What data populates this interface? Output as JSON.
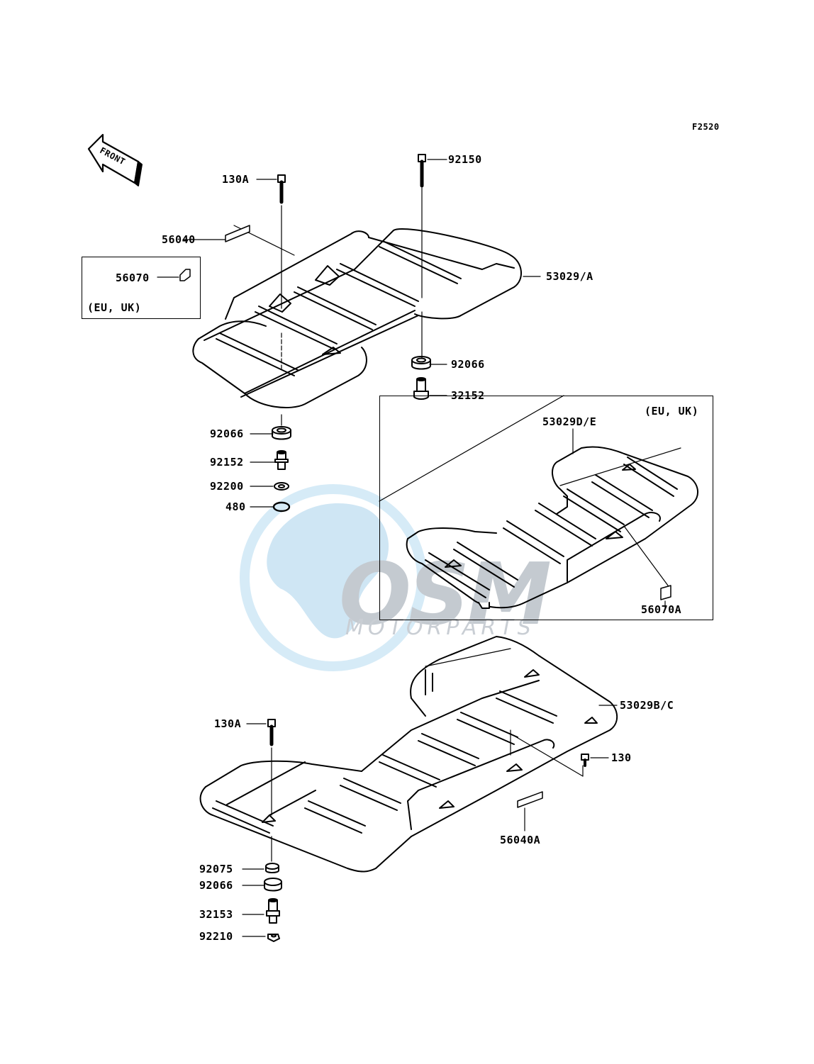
{
  "diagram": {
    "code": "F2520",
    "front_arrow": "FRONT",
    "region_box_top": "(EU, UK)",
    "region_box_right": "(EU, UK)"
  },
  "watermark": {
    "logo": "OSM",
    "subtitle": "MOTORPARTS",
    "colors": {
      "globe": "#cfe6f4",
      "text": "#c4cad0"
    }
  },
  "parts": {
    "p130a_top": "130A",
    "p92150": "92150",
    "p56040": "56040",
    "p56070": "56070",
    "p53029a": "53029/A",
    "p92066_right": "92066",
    "p32152": "32152",
    "p53029de": "53029D/E",
    "p92066_left": "92066",
    "p92152": "92152",
    "p92200": "92200",
    "p480": "480",
    "p56070a": "56070A",
    "p53029bc": "53029B/C",
    "p130a_bottom": "130A",
    "p130": "130",
    "p56040a": "56040A",
    "p92075": "92075",
    "p92066_bottom": "92066",
    "p32153": "32153",
    "p92210": "92210"
  }
}
